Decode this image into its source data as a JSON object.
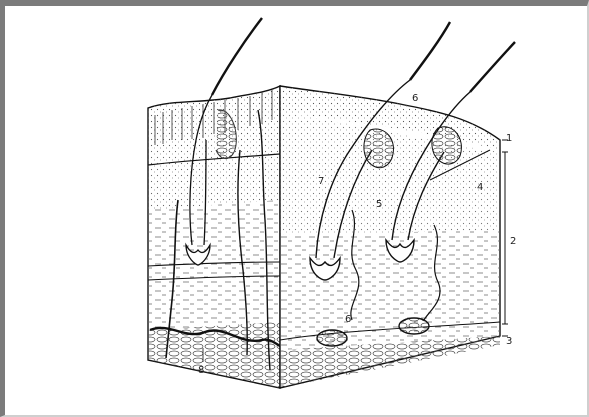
{
  "figure": {
    "subject": "skin cross-section with hair follicles",
    "labels": [
      {
        "id": "label-1",
        "text": "1"
      },
      {
        "id": "label-2",
        "text": "2"
      },
      {
        "id": "label-3",
        "text": "3"
      },
      {
        "id": "label-4",
        "text": "4"
      },
      {
        "id": "label-5",
        "text": "5"
      },
      {
        "id": "label-6a",
        "text": "6"
      },
      {
        "id": "label-6b",
        "text": "6"
      },
      {
        "id": "label-7",
        "text": "7"
      },
      {
        "id": "label-8",
        "text": "8"
      }
    ]
  }
}
